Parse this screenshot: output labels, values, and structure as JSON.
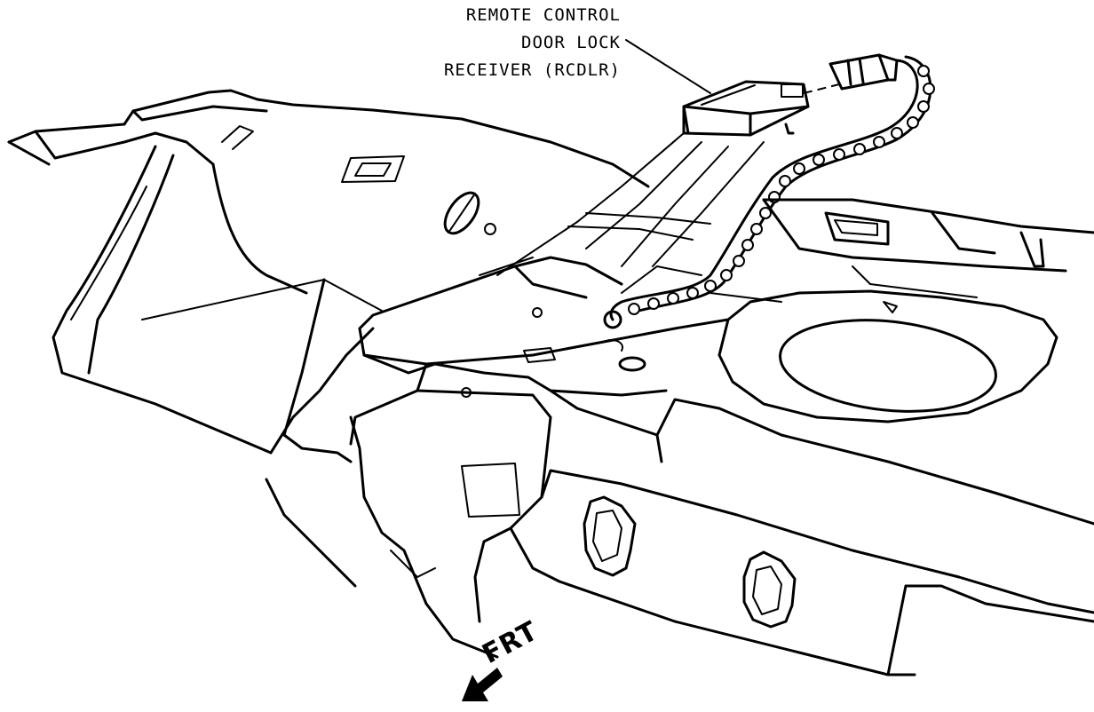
{
  "callout": {
    "line1": "REMOTE CONTROL",
    "line2": "DOOR LOCK",
    "line3": "RECEIVER (RCDLR)"
  },
  "direction": {
    "label": "FRT"
  },
  "icons": {
    "direction_arrow": "arrow-left-down-icon",
    "component": "receiver-module-icon",
    "connector": "wire-connector-icon"
  }
}
